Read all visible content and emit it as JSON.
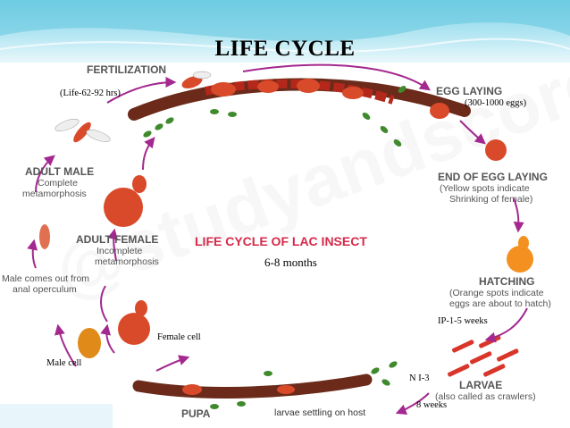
{
  "title": "LIFE CYCLE",
  "center_title": "LIFE CYCLE OF LAC INSECT",
  "center_duration": "6-8 months",
  "watermark": "@studyandscore.com",
  "stages": {
    "fertilization": "FERTILIZATION",
    "egg_laying": "EGG LAYING",
    "end_egg_laying": "END OF EGG LAYING",
    "end_egg_laying_sub": [
      "(Yellow spots indicate",
      "Shrinking of female)"
    ],
    "hatching": "HATCHING",
    "hatching_sub": [
      "(Orange spots indicate",
      "eggs are about to hatch)"
    ],
    "larvae": "LARVAE",
    "larvae_sub": "(also called as crawlers)",
    "larvae_settling": "larvae settling on host",
    "pupa": "PUPA",
    "male_exit": [
      "Male comes out from",
      "anal operculum"
    ],
    "adult_female": "ADULT FEMALE",
    "adult_female_sub": [
      "Incomplete",
      "metamorphosis"
    ],
    "adult_male": "ADULT MALE",
    "adult_male_sub": [
      "Complete",
      "metamorphosis"
    ]
  },
  "notes": {
    "life": "(Life-62-92 hrs)",
    "eggs": "(300-1000 eggs)",
    "ip": "IP-1-5 weeks",
    "ni": "N I-3",
    "weeks8": "8 weeks",
    "male_cell": "Male cell",
    "female_cell": "Female cell"
  },
  "colors": {
    "arrow": "#a3288f",
    "label": "#555555",
    "insect": "#d94a2a",
    "twig": "#6b2a1a",
    "leaf": "#3f8a2c",
    "center_title": "#d62a4a"
  }
}
